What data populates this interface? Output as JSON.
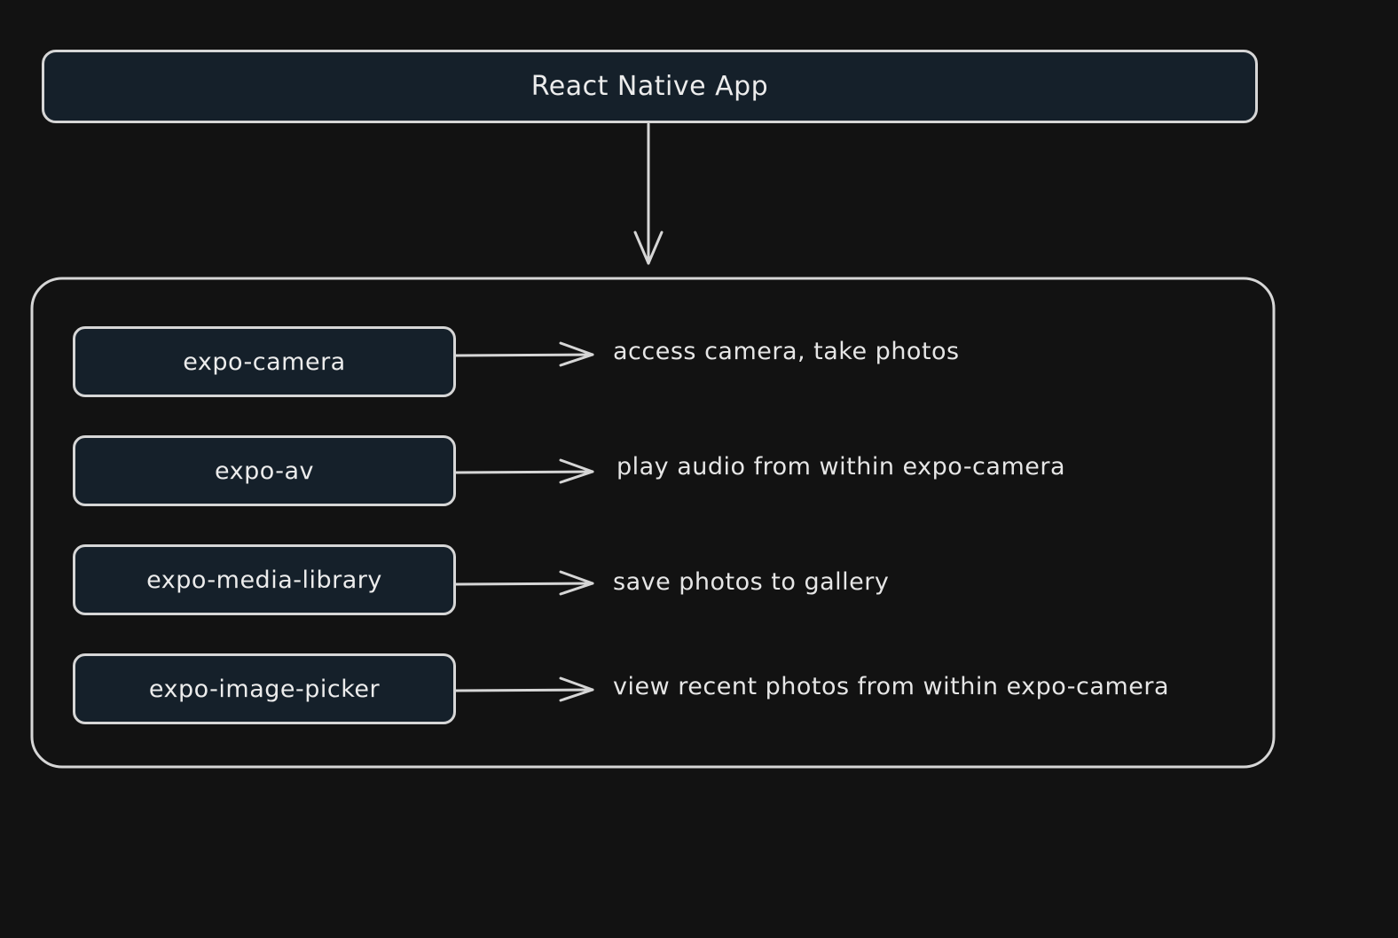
{
  "diagram": {
    "root": {
      "label": "React Native App"
    },
    "libraries": [
      {
        "name": "expo-camera",
        "description": "access camera, take photos"
      },
      {
        "name": "expo-av",
        "description": "play audio from within expo-camera"
      },
      {
        "name": "expo-media-library",
        "description": "save photos to gallery"
      },
      {
        "name": "expo-image-picker",
        "description": "view recent photos from within expo-camera"
      }
    ],
    "colors": {
      "background": "#121212",
      "node_fill": "#15202a",
      "stroke": "#d6d6d6",
      "text": "#e6e6e6"
    }
  }
}
